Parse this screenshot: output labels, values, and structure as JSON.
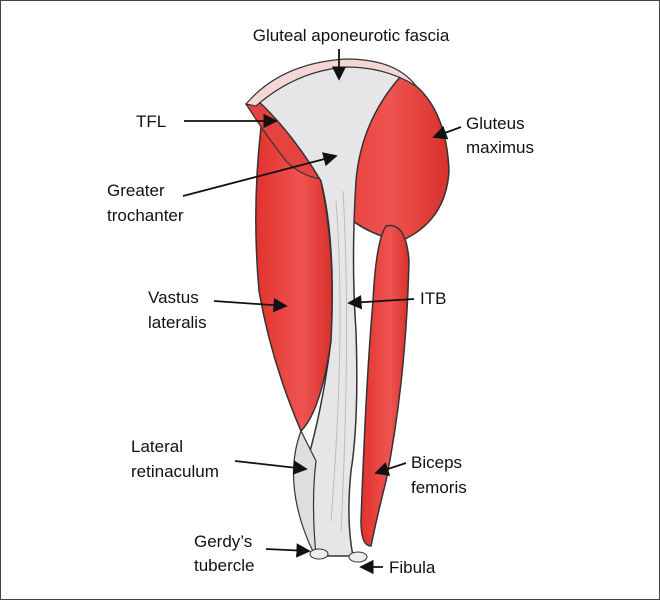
{
  "labels": {
    "gluteal_fascia": "Gluteal aponeurotic fascia",
    "tfl": "TFL",
    "gluteus_line1": "Gluteus",
    "gluteus_line2": "maximus",
    "greater_line1": "Greater",
    "greater_line2": "trochanter",
    "vastus_line1": "Vastus",
    "vastus_line2": "lateralis",
    "itb": "ITB",
    "lateral_line1": "Lateral",
    "lateral_line2": "retinaculum",
    "biceps_line1": "Biceps",
    "biceps_line2": "femoris",
    "gerdy_line1": "Gerdy’s",
    "gerdy_line2": "tubercle",
    "fibula": "Fibula"
  },
  "colors": {
    "muscle": "#e8413f",
    "tendon": "#e4e4e6",
    "outline": "#333333"
  }
}
